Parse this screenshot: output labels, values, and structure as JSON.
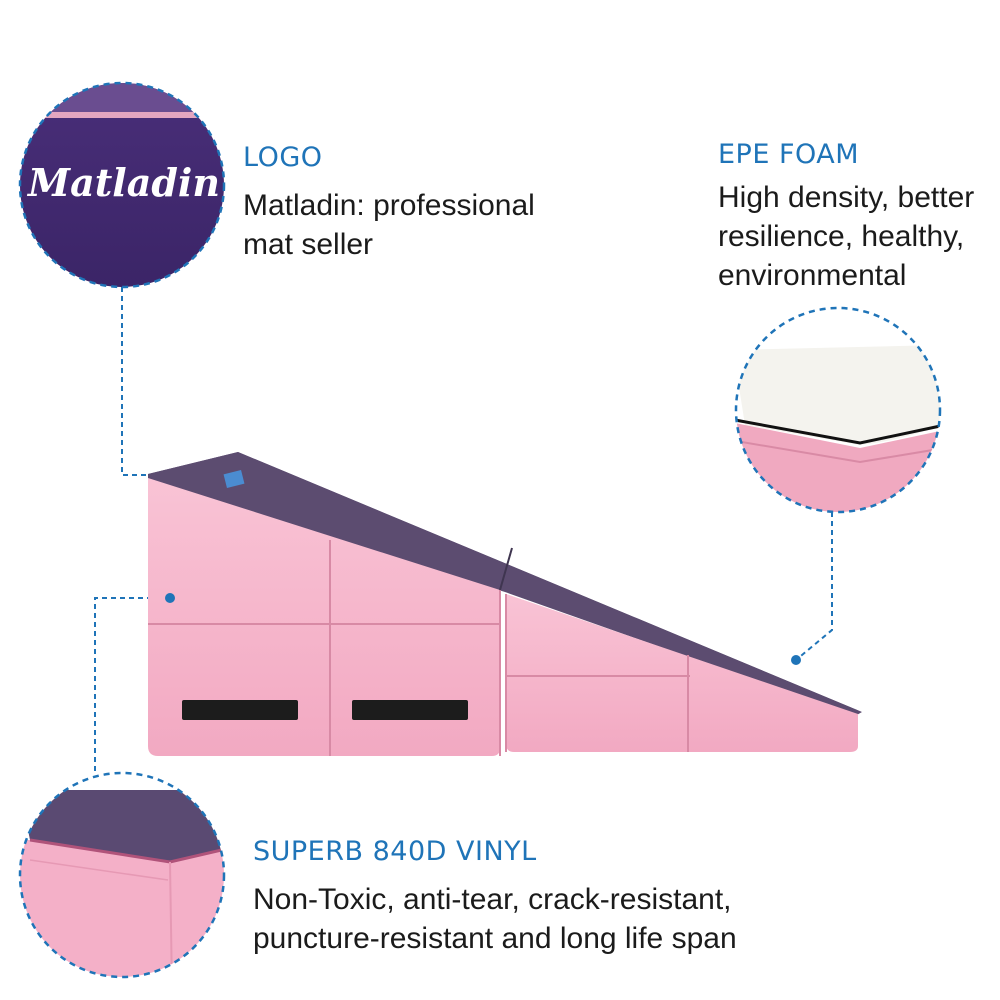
{
  "features": {
    "logo": {
      "heading": "LOGO",
      "lines": [
        "Matladin: professional",
        "mat seller"
      ],
      "badge_text": "Matladin"
    },
    "foam": {
      "heading": "EPE FOAM",
      "lines": [
        "High density, better",
        "resilience, healthy,",
        "environmental"
      ]
    },
    "vinyl": {
      "heading": "SUPERB 840D VINYL",
      "lines": [
        "Non-Toxic, anti-tear, crack-resistant,",
        "puncture-resistant and long life span"
      ]
    }
  },
  "colors": {
    "accent_blue": "#1f74b8",
    "mat_purple": "#5a4a6e",
    "mat_pink": "#f6b6cb",
    "foam_white": "#f4f3ee",
    "handle_black": "#1c1c1c"
  }
}
